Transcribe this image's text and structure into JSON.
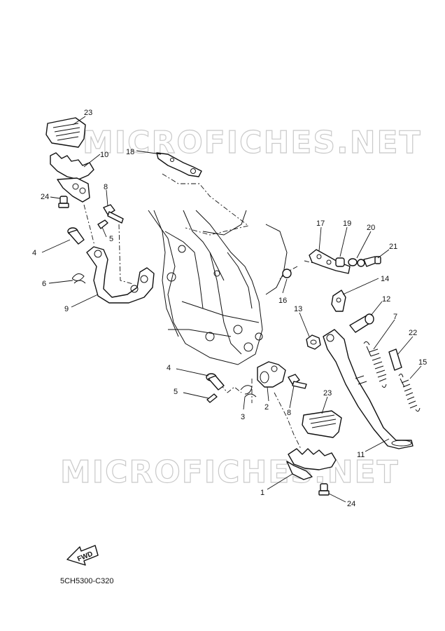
{
  "watermarks": [
    "MICROFICHES.NET",
    "MICROFICHES.NET"
  ],
  "callouts": [
    "23",
    "10",
    "18",
    "8",
    "24",
    "5",
    "4",
    "6",
    "9",
    "17",
    "19",
    "20",
    "21",
    "14",
    "16",
    "13",
    "12",
    "7",
    "22",
    "15",
    "4",
    "5",
    "3",
    "2",
    "8",
    "23",
    "11",
    "1",
    "24"
  ],
  "fwd_label": "FWD",
  "diagram_code": "5CH5300-C320"
}
